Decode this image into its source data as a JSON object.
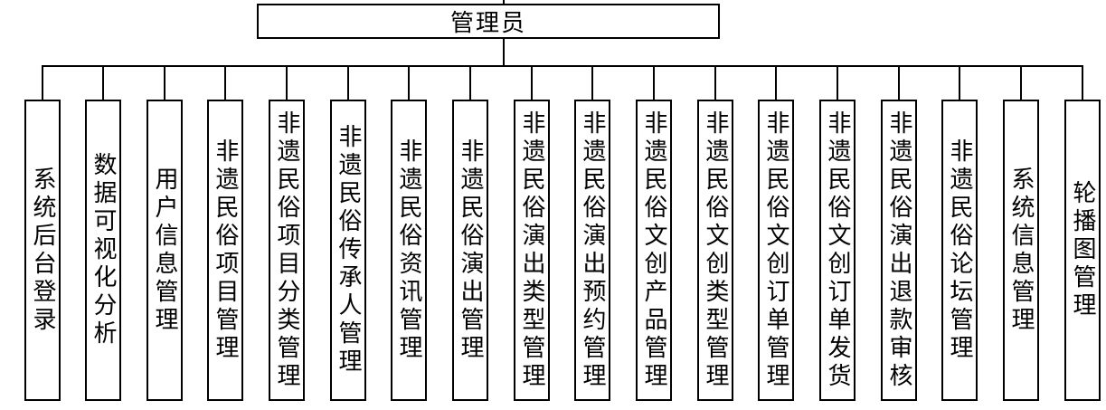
{
  "diagram": {
    "root": {
      "label": "管理员"
    },
    "children": [
      "系统后台登录",
      "数据可视化分析",
      "用户信息管理",
      "非遗民俗项目管理",
      "非遗民俗项目分类管理",
      "非遗民俗传承人管理",
      "非遗民俗资讯管理",
      "非遗民俗演出管理",
      "非遗民俗演出类型管理",
      "非遗民俗演出预约管理",
      "非遗民俗文创产品管理",
      "非遗民俗文创类型管理",
      "非遗民俗文创订单管理",
      "非遗民俗文创订单发货",
      "非遗民俗演出退款审核",
      "非遗民俗论坛管理",
      "系统信息管理",
      "轮播图管理"
    ]
  },
  "colors": {
    "background": "#ffffff",
    "line": "#000000",
    "box_border": "#000000",
    "text": "#000000"
  }
}
